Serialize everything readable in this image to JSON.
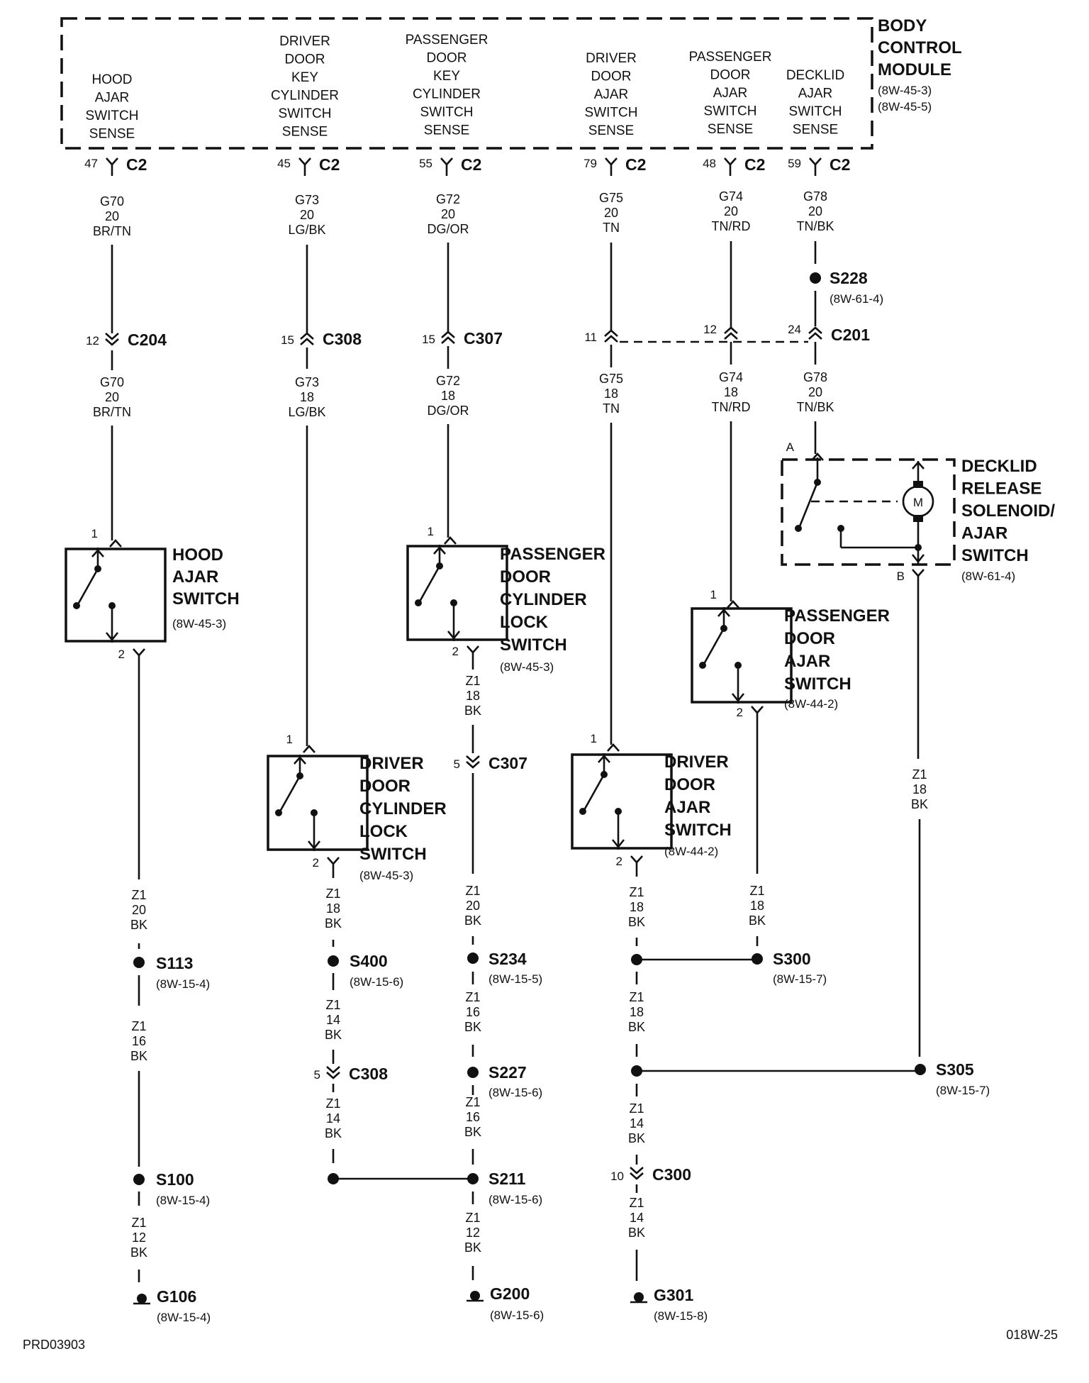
{
  "module": {
    "title": [
      "BODY",
      "CONTROL",
      "MODULE"
    ],
    "refs": [
      "(8W-45-3)",
      "(8W-45-5)"
    ],
    "pin_connector": "C2",
    "inputs": [
      {
        "lines": [
          "HOOD",
          "AJAR",
          "SWITCH",
          "SENSE"
        ],
        "pin": "47"
      },
      {
        "lines": [
          "DRIVER",
          "DOOR",
          "KEY",
          "CYLINDER",
          "SWITCH",
          "SENSE"
        ],
        "pin": "45"
      },
      {
        "lines": [
          "PASSENGER",
          "DOOR",
          "KEY",
          "CYLINDER",
          "SWITCH",
          "SENSE"
        ],
        "pin": "55"
      },
      {
        "lines": [
          "DRIVER",
          "DOOR",
          "AJAR",
          "SWITCH",
          "SENSE"
        ],
        "pin": "79"
      },
      {
        "lines": [
          "PASSENGER",
          "DOOR",
          "AJAR",
          "SWITCH",
          "SENSE"
        ],
        "pin": "48"
      },
      {
        "lines": [
          "DECKLID",
          "AJAR",
          "SWITCH",
          "SENSE"
        ],
        "pin": "59"
      }
    ]
  },
  "wires": {
    "g70_a": [
      "G70",
      "20",
      "BR/TN"
    ],
    "g70_b": [
      "G70",
      "20",
      "BR/TN"
    ],
    "g73_a": [
      "G73",
      "20",
      "LG/BK"
    ],
    "g73_b": [
      "G73",
      "18",
      "LG/BK"
    ],
    "g72_a": [
      "G72",
      "20",
      "DG/OR"
    ],
    "g72_b": [
      "G72",
      "18",
      "DG/OR"
    ],
    "g75_a": [
      "G75",
      "20",
      "TN"
    ],
    "g75_b": [
      "G75",
      "18",
      "TN"
    ],
    "g74_a": [
      "G74",
      "20",
      "TN/RD"
    ],
    "g74_b": [
      "G74",
      "18",
      "TN/RD"
    ],
    "g78_a": [
      "G78",
      "20",
      "TN/BK"
    ],
    "g78_b": [
      "G78",
      "20",
      "TN/BK"
    ],
    "z1_hood_1": [
      "Z1",
      "20",
      "BK"
    ],
    "z1_hood_2": [
      "Z1",
      "16",
      "BK"
    ],
    "z1_hood_3": [
      "Z1",
      "12",
      "BK"
    ],
    "z1_dcl_1": [
      "Z1",
      "18",
      "BK"
    ],
    "z1_dcl_2": [
      "Z1",
      "14",
      "BK"
    ],
    "z1_dcl_3": [
      "Z1",
      "14",
      "BK"
    ],
    "z1_pcl_1": [
      "Z1",
      "18",
      "BK"
    ],
    "z1_pcl_2": [
      "Z1",
      "20",
      "BK"
    ],
    "z1_pcl_3": [
      "Z1",
      "16",
      "BK"
    ],
    "z1_pcl_4": [
      "Z1",
      "16",
      "BK"
    ],
    "z1_pcl_5": [
      "Z1",
      "12",
      "BK"
    ],
    "z1_dda_1": [
      "Z1",
      "18",
      "BK"
    ],
    "z1_dda_2": [
      "Z1",
      "18",
      "BK"
    ],
    "z1_dda_3": [
      "Z1",
      "14",
      "BK"
    ],
    "z1_dda_4": [
      "Z1",
      "14",
      "BK"
    ],
    "z1_pda_1": [
      "Z1",
      "18",
      "BK"
    ],
    "z1_deck_1": [
      "Z1",
      "18",
      "BK"
    ]
  },
  "connectors": {
    "c204": {
      "name": "C204",
      "pin": "12"
    },
    "c308_top": {
      "name": "C308",
      "pin": "15"
    },
    "c307_top": {
      "name": "C307",
      "pin": "15"
    },
    "c201": {
      "name": "C201",
      "pins": [
        "11",
        "12",
        "24"
      ]
    },
    "c307_low": {
      "name": "C307",
      "pin": "5"
    },
    "c308_low": {
      "name": "C308",
      "pin": "5"
    },
    "c300": {
      "name": "C300",
      "pin": "10"
    }
  },
  "switches": {
    "hood": {
      "lines": [
        "HOOD",
        "AJAR",
        "SWITCH"
      ],
      "ref": "(8W-45-3)",
      "pins": [
        "1",
        "2"
      ]
    },
    "pass_cyl": {
      "lines": [
        "PASSENGER",
        "DOOR",
        "CYLINDER",
        "LOCK",
        "SWITCH"
      ],
      "ref": "(8W-45-3)",
      "pins": [
        "1",
        "2"
      ]
    },
    "drv_cyl": {
      "lines": [
        "DRIVER",
        "DOOR",
        "CYLINDER",
        "LOCK",
        "SWITCH"
      ],
      "ref": "(8W-45-3)",
      "pins": [
        "1",
        "2"
      ]
    },
    "drv_ajar": {
      "lines": [
        "DRIVER",
        "DOOR",
        "AJAR",
        "SWITCH"
      ],
      "ref": "(8W-44-2)",
      "pins": [
        "1",
        "2"
      ]
    },
    "pass_ajar": {
      "lines": [
        "PASSENGER",
        "DOOR",
        "AJAR",
        "SWITCH"
      ],
      "ref": "(8W-44-2)",
      "pins": [
        "1",
        "2"
      ]
    },
    "decklid": {
      "lines": [
        "DECKLID",
        "RELEASE",
        "SOLENOID/",
        "AJAR",
        "SWITCH"
      ],
      "ref": "(8W-61-4)",
      "pins": [
        "A",
        "B"
      ],
      "motor": "M"
    }
  },
  "splices": {
    "s228": {
      "name": "S228",
      "ref": "(8W-61-4)"
    },
    "s113": {
      "name": "S113",
      "ref": "(8W-15-4)"
    },
    "s100": {
      "name": "S100",
      "ref": "(8W-15-4)"
    },
    "s400": {
      "name": "S400",
      "ref": "(8W-15-6)"
    },
    "s234": {
      "name": "S234",
      "ref": "(8W-15-5)"
    },
    "s227": {
      "name": "S227",
      "ref": "(8W-15-6)"
    },
    "s211": {
      "name": "S211",
      "ref": "(8W-15-6)"
    },
    "s300": {
      "name": "S300",
      "ref": "(8W-15-7)"
    },
    "s305": {
      "name": "S305",
      "ref": "(8W-15-7)"
    }
  },
  "grounds": {
    "g106": {
      "name": "G106",
      "ref": "(8W-15-4)"
    },
    "g200": {
      "name": "G200",
      "ref": "(8W-15-6)"
    },
    "g301": {
      "name": "G301",
      "ref": "(8W-15-8)"
    }
  },
  "footer": {
    "left": "PRD03903",
    "right": "018W-25"
  }
}
